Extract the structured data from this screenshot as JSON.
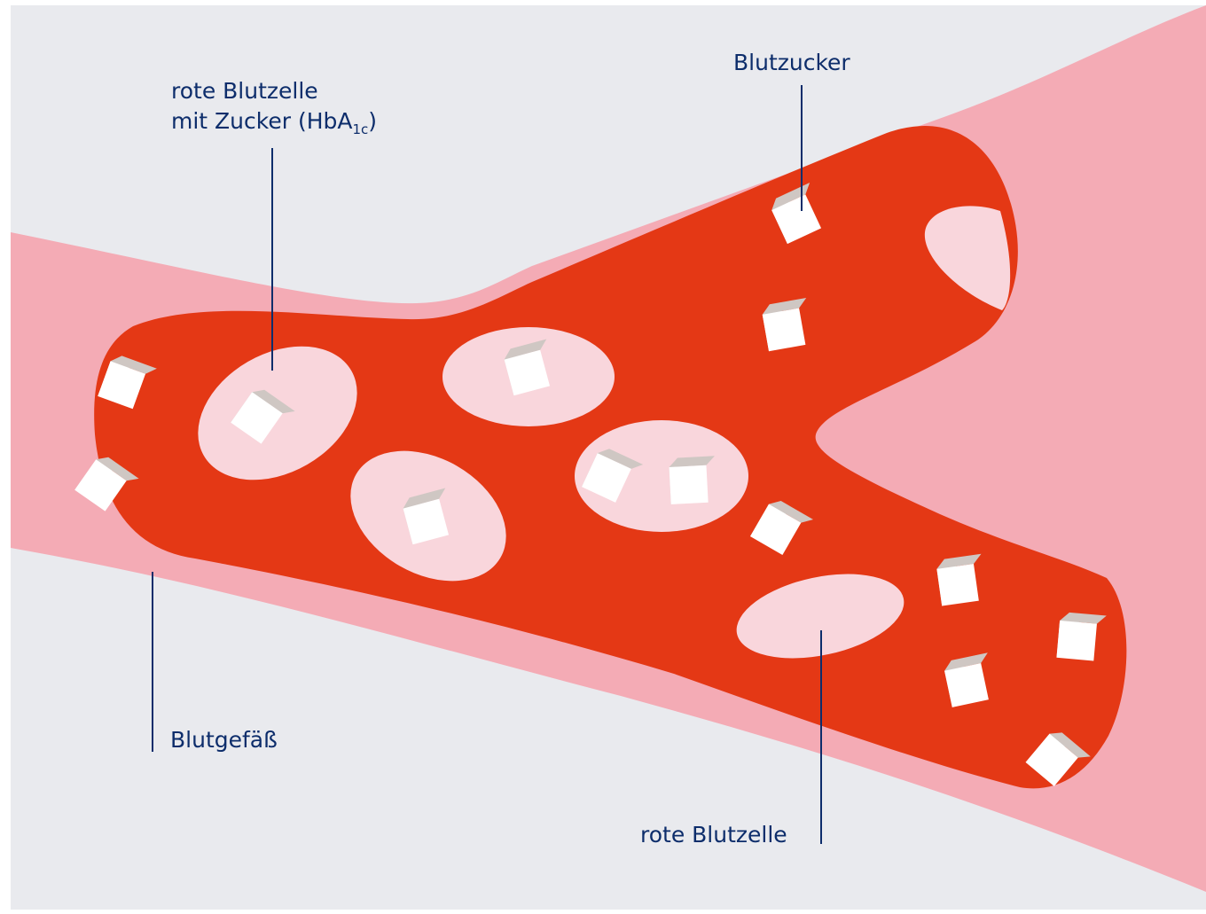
{
  "diagram": {
    "labels": {
      "rbc_with_sugar_line1": "rote Blutzelle",
      "rbc_with_sugar_line2_prefix": "mit Zucker (HbA",
      "rbc_with_sugar_subscript": "1c",
      "rbc_with_sugar_line2_suffix": ")",
      "blood_sugar": "Blutzucker",
      "blood_vessel": "Blutgefäß",
      "red_blood_cell": "rote Blutzelle"
    },
    "colors": {
      "background": "#e9eaee",
      "vessel_wall": "#f4abb5",
      "blood": "#e43815",
      "red_cell": "#f9d6dc",
      "sugar_cube_face": "#ffffff",
      "sugar_cube_side": "#d6cfcb",
      "label_text": "#0d2d6b"
    }
  }
}
